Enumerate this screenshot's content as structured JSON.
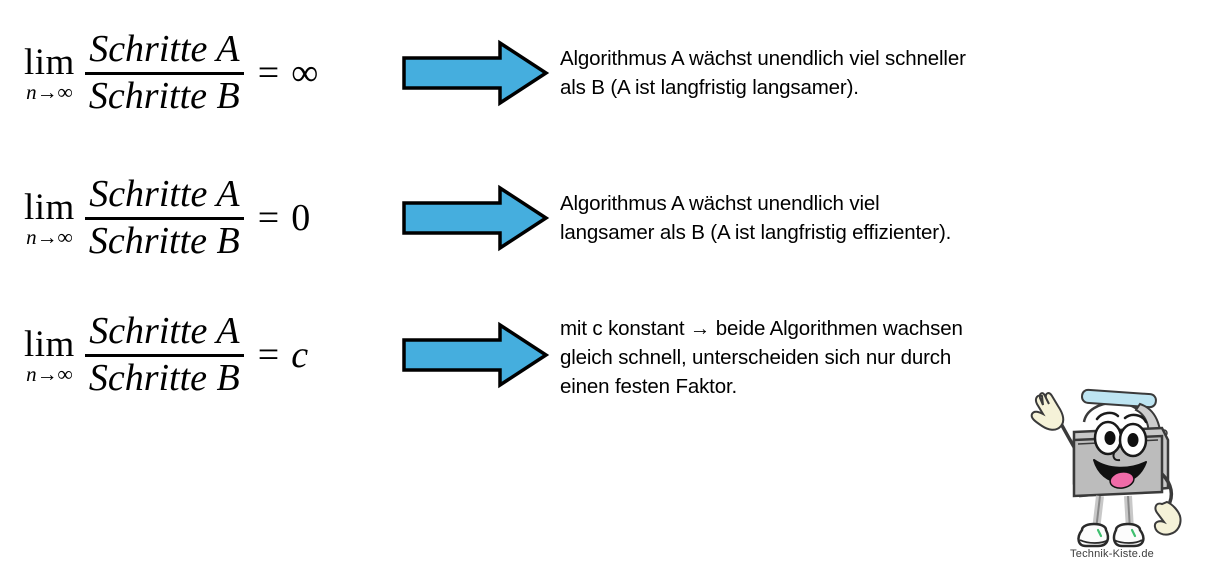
{
  "accent_color": "#45AEDE",
  "arrow_outline_color": "#000000",
  "text_color": "#000000",
  "background": "#FFFFFF",
  "rows": [
    {
      "formula": {
        "lim": "lim",
        "lim_sub": "n→∞",
        "numerator": "Schritte A",
        "denominator": "Schritte B",
        "equals": "=",
        "result": "∞",
        "result_italic": false
      },
      "arrow": "right-arrow",
      "description_lines": [
        "Algorithmus A wächst unendlich viel schneller",
        "als B (A ist langfristig langsamer)."
      ]
    },
    {
      "formula": {
        "lim": "lim",
        "lim_sub": "n→∞",
        "numerator": "Schritte A",
        "denominator": "Schritte B",
        "equals": "=",
        "result": "0",
        "result_italic": false
      },
      "arrow": "right-arrow",
      "description_lines": [
        "Algorithmus A wächst unendlich viel",
        "langsamer als B (A ist langfristig effizienter)."
      ]
    },
    {
      "formula": {
        "lim": "lim",
        "lim_sub": "n→∞",
        "numerator": "Schritte A",
        "denominator": "Schritte B",
        "equals": "=",
        "result": "c",
        "result_italic": true
      },
      "arrow": "right-arrow",
      "description_lines": [
        "mit c konstant → beide Algorithmen wachsen",
        "gleich schnell, unterscheiden sich nur durch",
        "einen festen Faktor."
      ]
    }
  ],
  "mascot": {
    "name": "toolbox-mascot",
    "caption": "Technik-Kiste.de",
    "body_color": "#B8B8B8",
    "handle_color": "#BEE5F2",
    "tongue_color": "#F06BA8",
    "hand_color": "#F5F2D8",
    "shoe_color": "#FCFCFC"
  }
}
